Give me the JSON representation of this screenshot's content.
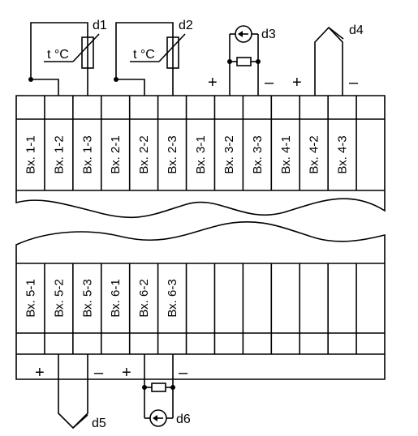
{
  "top_terminals": [
    "Вх. 1-1",
    "Вх. 1-2",
    "Вх. 1-3",
    "Вх. 2-1",
    "Вх. 2-2",
    "Вх. 2-3",
    "Вх. 3-1",
    "Вх. 3-2",
    "Вх. 3-3",
    "Вх. 4-1",
    "Вх. 4-2",
    "Вх. 4-3"
  ],
  "bottom_terminals": [
    "Вх. 5-1",
    "Вх. 5-2",
    "Вх. 5-3",
    "Вх. 6-1",
    "Вх. 6-2",
    "Вх. 6-3"
  ],
  "sensors": {
    "d1": {
      "label": "d1",
      "text": "t °C"
    },
    "d2": {
      "label": "d2",
      "text": "t °C"
    },
    "d3": {
      "label": "d3"
    },
    "d4": {
      "label": "d4"
    },
    "d5": {
      "label": "d5"
    },
    "d6": {
      "label": "d6"
    }
  },
  "signs": {
    "plus": "+",
    "minus": "–"
  }
}
